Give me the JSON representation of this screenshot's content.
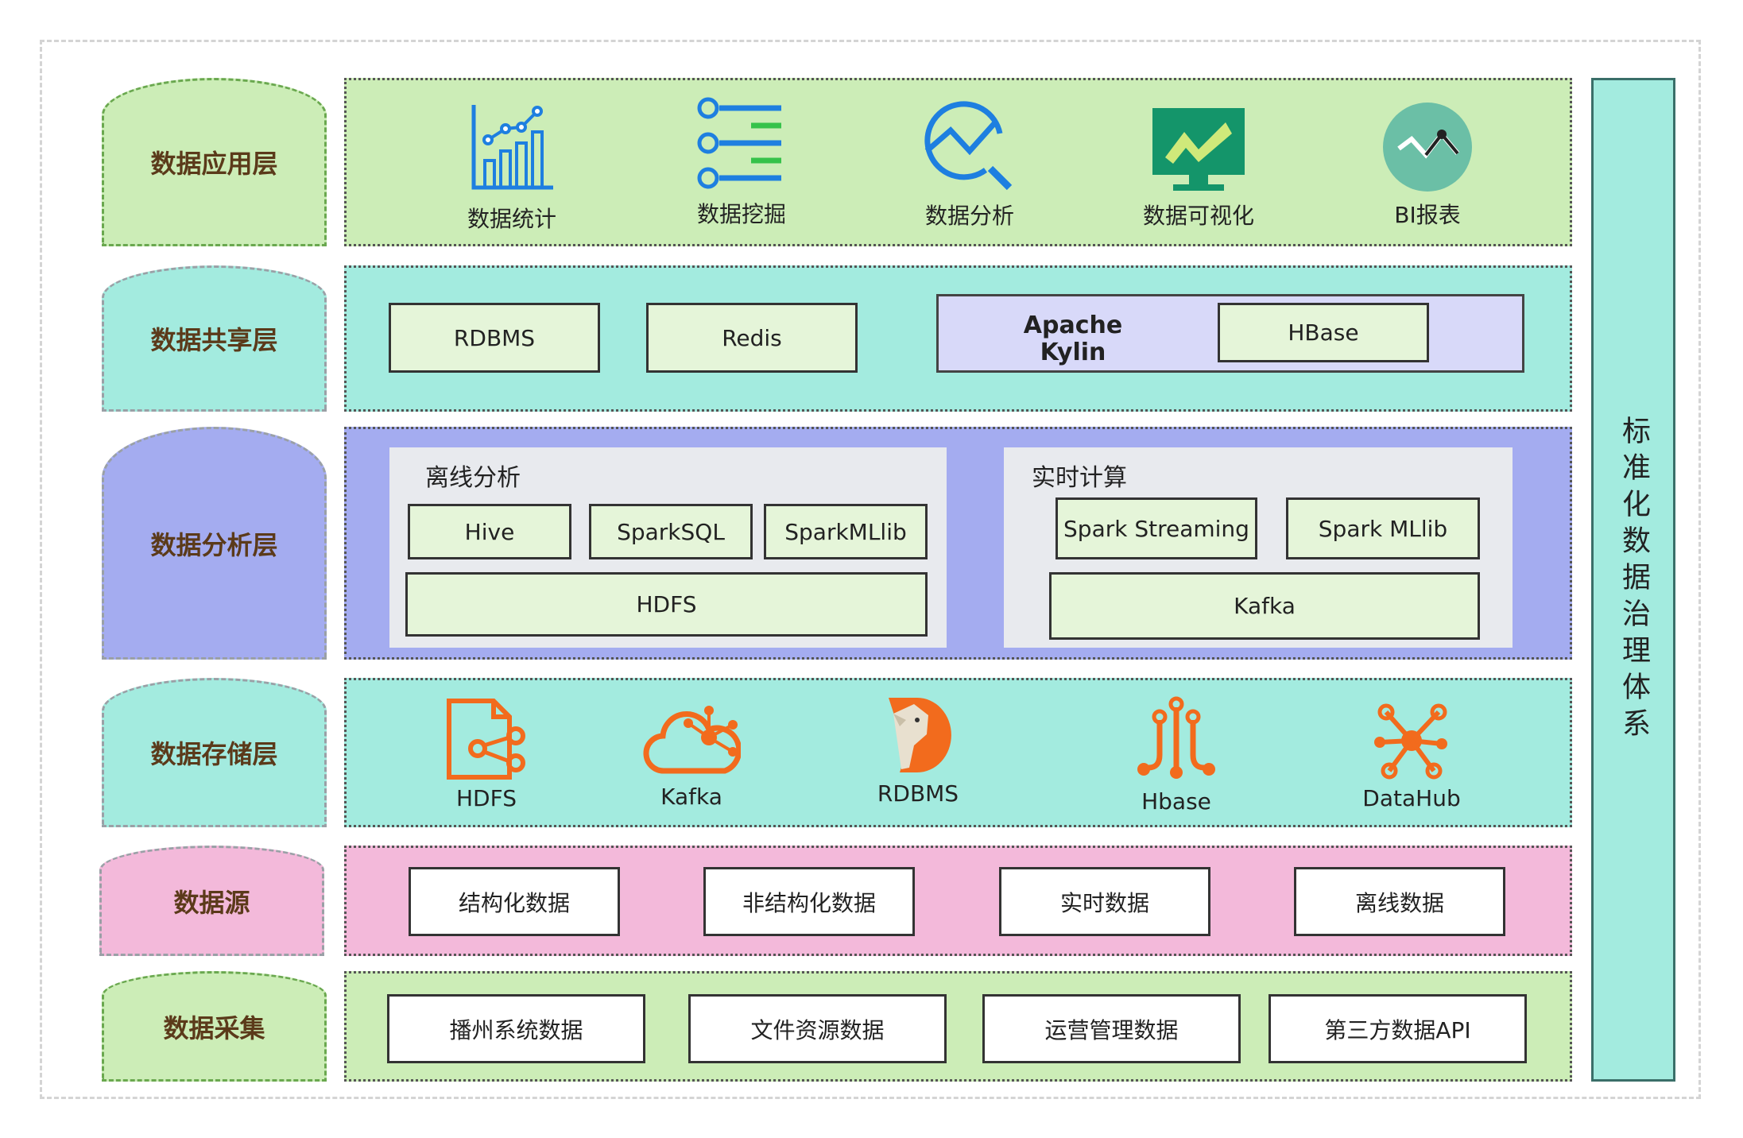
{
  "layers": {
    "application": "数据应用层",
    "sharing": "数据共享层",
    "analysis": "数据分析层",
    "storage": "数据存储层",
    "source": "数据源",
    "collection": "数据采集"
  },
  "application_items": [
    {
      "label": "数据统计",
      "icon": "bar-line-chart-icon"
    },
    {
      "label": "数据挖掘",
      "icon": "list-nodes-icon"
    },
    {
      "label": "数据分析",
      "icon": "magnifier-trend-icon"
    },
    {
      "label": "数据可视化",
      "icon": "monitor-chart-icon"
    },
    {
      "label": "BI报表",
      "icon": "circle-trend-icon"
    }
  ],
  "sharing": {
    "rdbms": "RDBMS",
    "redis": "Redis",
    "kylin": "Apache Kylin",
    "hbase": "HBase"
  },
  "analysis": {
    "offline": {
      "title": "离线分析",
      "hive": "Hive",
      "sparksql": "SparkSQL",
      "sparkmllib": "SparkMLlib",
      "hdfs": "HDFS"
    },
    "realtime": {
      "title": "实时计算",
      "streaming": "Spark Streaming",
      "mllib": "Spark MLlib",
      "kafka": "Kafka"
    }
  },
  "storage_items": [
    {
      "label": "HDFS",
      "icon": "hdfs-file-icon"
    },
    {
      "label": "Kafka",
      "icon": "kafka-cloud-icon"
    },
    {
      "label": "RDBMS",
      "icon": "rdbms-mascot-icon"
    },
    {
      "label": "Hbase",
      "icon": "hbase-circuit-icon"
    },
    {
      "label": "DataHub",
      "icon": "datahub-hub-icon"
    }
  ],
  "source_items": [
    "结构化数据",
    "非结构化数据",
    "实时数据",
    "离线数据"
  ],
  "collection_items": [
    "播州系统数据",
    "文件资源数据",
    "运营管理数据",
    "第三方数据API"
  ],
  "governance": "标准化数据治理体系",
  "colors": {
    "green": "#ccedb7",
    "cyan": "#a3ebdf",
    "blue": "#a4acf0",
    "pink": "#f3b9da",
    "icon_blue": "#1e7fe0",
    "icon_orange": "#f26b1d"
  }
}
